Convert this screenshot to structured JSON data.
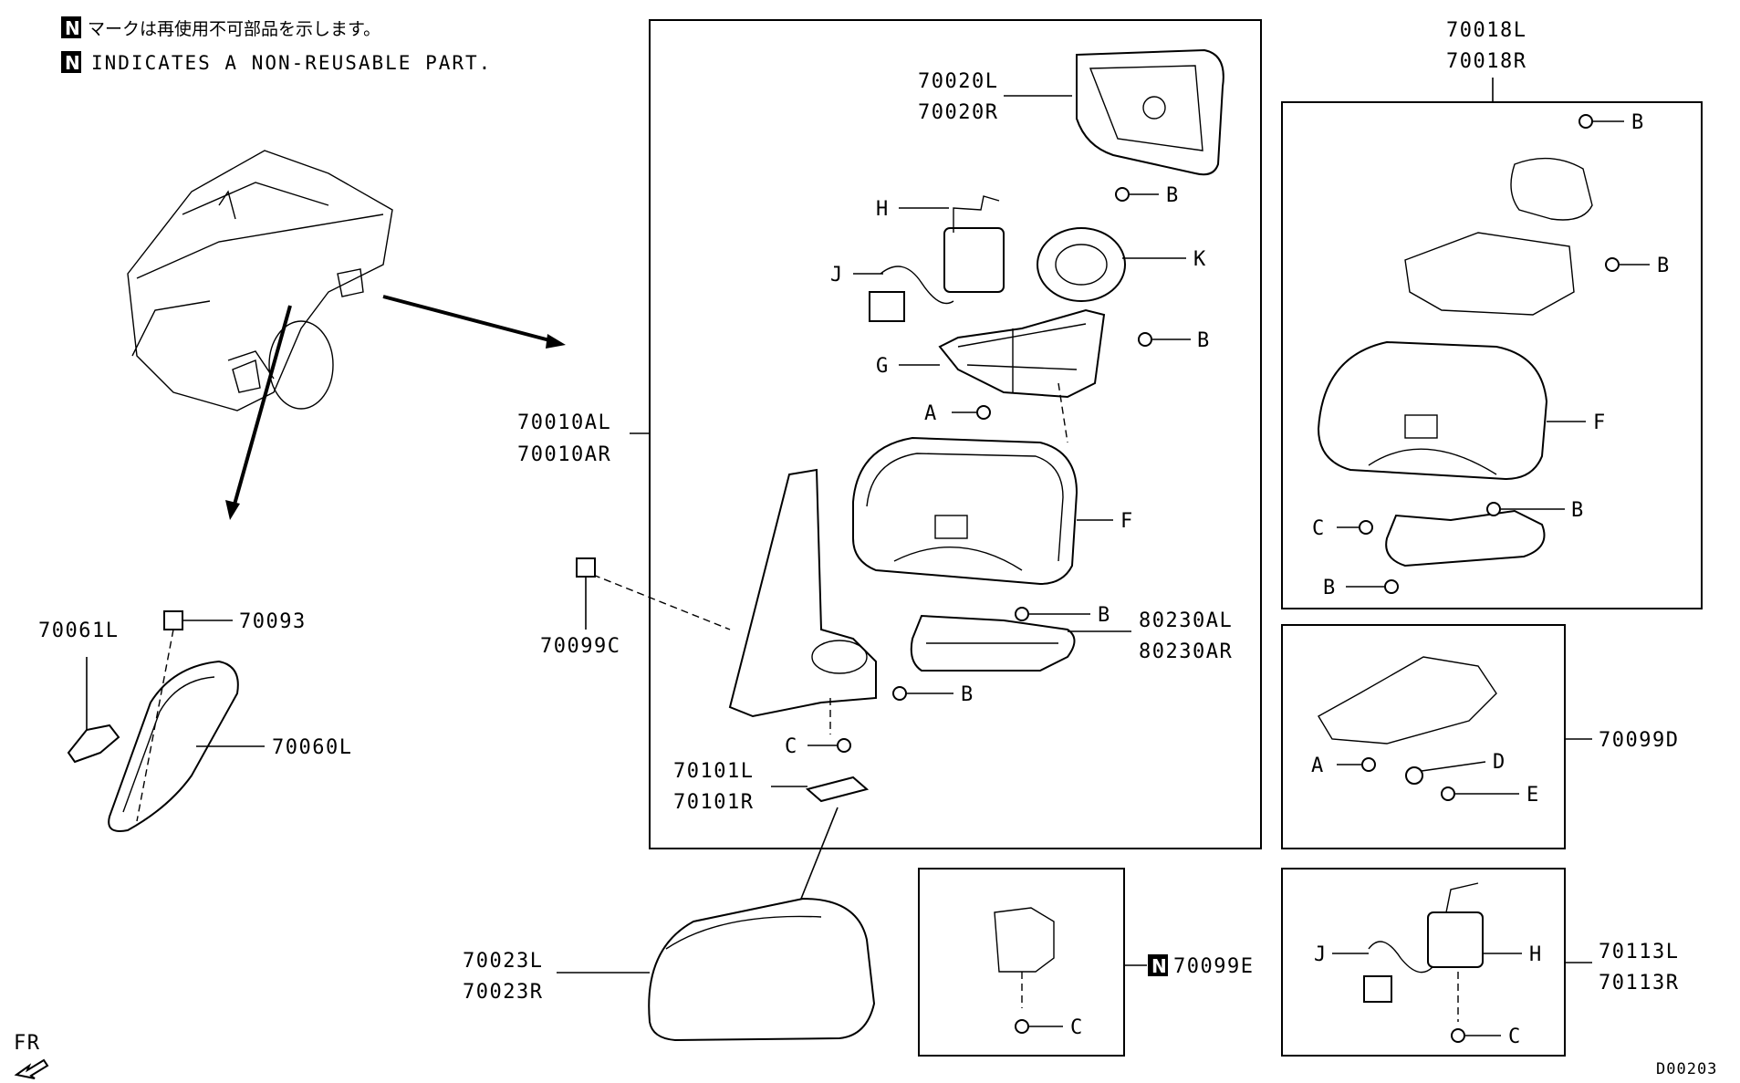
{
  "notes": {
    "jp_text": "マークは再使用不可部品を示します。",
    "en_text": "INDICATES A NON-REUSABLE PART.",
    "n_mark": "N"
  },
  "labels": {
    "p70020L": "70020L",
    "p70020R": "70020R",
    "p70018L": "70018L",
    "p70018R": "70018R",
    "p70010AL": "70010AL",
    "p70010AR": "70010AR",
    "p70099C": "70099C",
    "p70061L": "70061L",
    "p70093": "70093",
    "p70060L": "70060L",
    "p80230AL": "80230AL",
    "p80230AR": "80230AR",
    "p70101L": "70101L",
    "p70101R": "70101R",
    "p70023L": "70023L",
    "p70023R": "70023R",
    "p70099D": "70099D",
    "p70099E": "70099E",
    "p70113L": "70113L",
    "p70113R": "70113R",
    "H": "H",
    "J": "J",
    "K": "K",
    "G": "G",
    "F": "F",
    "A": "A",
    "B": "B",
    "C": "C",
    "D": "D",
    "E": "E",
    "fr": "FR",
    "diagram_code": "D00203"
  }
}
